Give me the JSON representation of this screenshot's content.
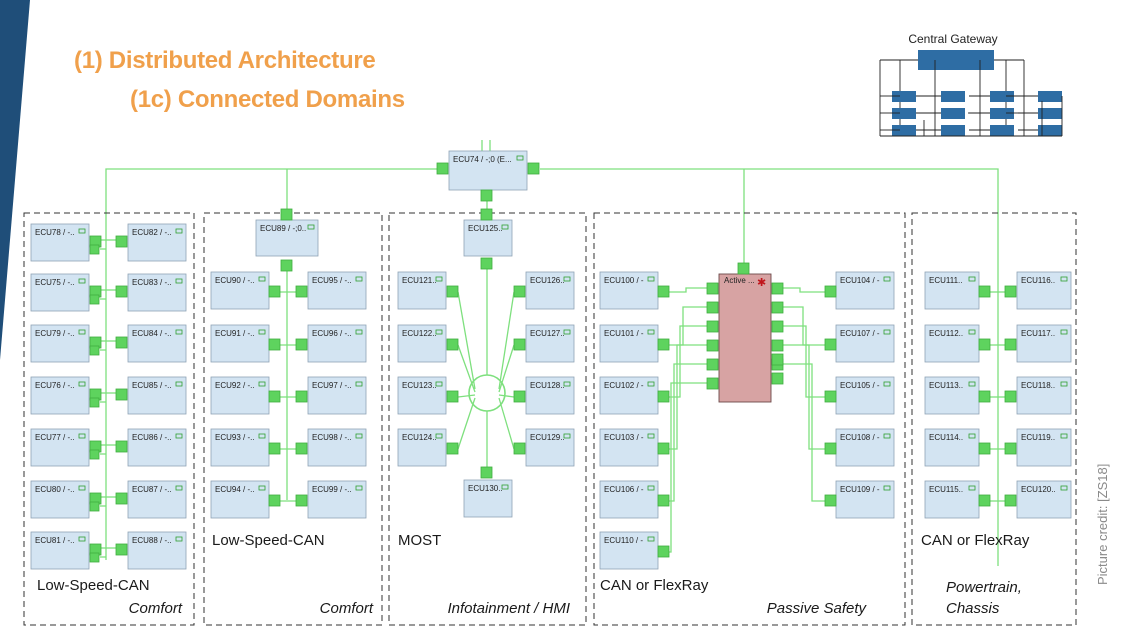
{
  "title": {
    "line1": "(1)  Distributed Architecture",
    "line2": "(1c) Connected Domains"
  },
  "inset": {
    "label": "Central Gateway"
  },
  "credit": "Picture credit: [ZS18]",
  "gateway": {
    "label": "ECU74 / -;0 (E..."
  },
  "safety_controller": {
    "label": "Active ..."
  },
  "domains": [
    {
      "bus": "Low-Speed-CAN",
      "domain": "Comfort",
      "ecus": [
        "ECU78 / -..",
        "ECU82 / -..",
        "ECU75 / -..",
        "ECU83 / -..",
        "ECU79 / -..",
        "ECU84 / -..",
        "ECU76 / -..",
        "ECU85 / -..",
        "ECU77 / -..",
        "ECU86 / -..",
        "ECU80 / -..",
        "ECU87 / -..",
        "ECU81 / -..",
        "ECU88 / -.."
      ]
    },
    {
      "bus": "Low-Speed-CAN",
      "domain": "Comfort",
      "hub": "ECU89 / -;0..",
      "ecus": [
        "ECU90 / -..",
        "ECU95 / -..",
        "ECU91 / -..",
        "ECU96 / -..",
        "ECU92 / -..",
        "ECU97 / -..",
        "ECU93 / -..",
        "ECU98 / -..",
        "ECU94 / -..",
        "ECU99 / -.."
      ]
    },
    {
      "bus": "MOST",
      "domain": "Infotainment / HMI",
      "hub": "ECU125..",
      "ecus": [
        "ECU121..",
        "ECU126..",
        "ECU122..",
        "ECU127..",
        "ECU123..",
        "ECU128..",
        "ECU124..",
        "ECU129.."
      ],
      "bottom": "ECU130.."
    },
    {
      "bus": "CAN or FlexRay",
      "domain": "Passive Safety",
      "left_ecus": [
        "ECU100 / -",
        "ECU101 / -",
        "ECU102 / -",
        "ECU103 / -",
        "ECU106 / -",
        "ECU110 / -"
      ],
      "right_ecus": [
        "ECU104 / -",
        "ECU107 / -",
        "ECU105 / -",
        "ECU108 / -",
        "ECU109 / -"
      ]
    },
    {
      "bus": "CAN or FlexRay",
      "domain": "Powertrain, Chassis",
      "domain_line1": "Powertrain,",
      "domain_line2": "Chassis",
      "ecus": [
        "ECU111..",
        "ECU116..",
        "ECU112..",
        "ECU117..",
        "ECU113..",
        "ECU118..",
        "ECU114..",
        "ECU119..",
        "ECU115..",
        "ECU120.."
      ]
    }
  ],
  "colors": {
    "link": "#7EE07E",
    "port": "#5ED35E",
    "ecu_fill": "#D3E4F2",
    "ecu_border": "#8FA3B5",
    "controller_fill": "#D7A3A3",
    "title": "#F0A04B",
    "accent_bar": "#1F4E79",
    "inset_block": "#2E6DA4"
  }
}
